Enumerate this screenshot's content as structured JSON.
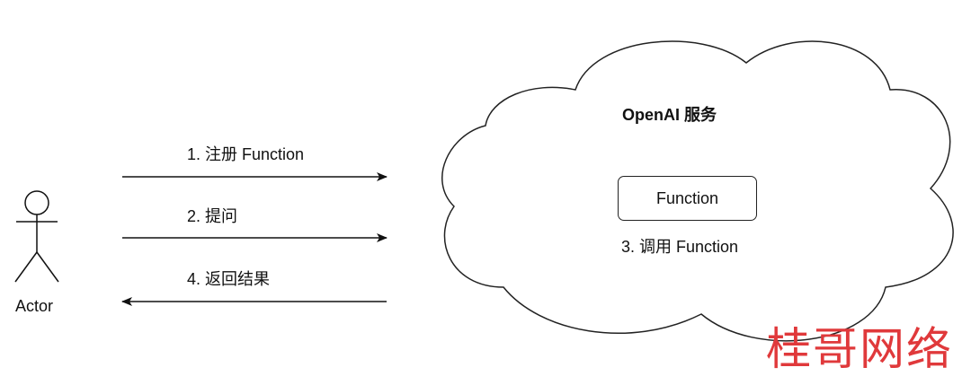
{
  "actor": {
    "label": "Actor"
  },
  "cloud": {
    "title": "OpenAI 服务",
    "function_box_label": "Function",
    "call_label": "3. 调用 Function"
  },
  "arrows": [
    {
      "label": "1. 注册 Function",
      "direction": "right"
    },
    {
      "label": "2. 提问",
      "direction": "right"
    },
    {
      "label": "4. 返回结果",
      "direction": "left"
    }
  ],
  "watermark": "桂哥网络",
  "colors": {
    "line": "#111111",
    "watermark": "#e0393b",
    "background": "#ffffff"
  }
}
